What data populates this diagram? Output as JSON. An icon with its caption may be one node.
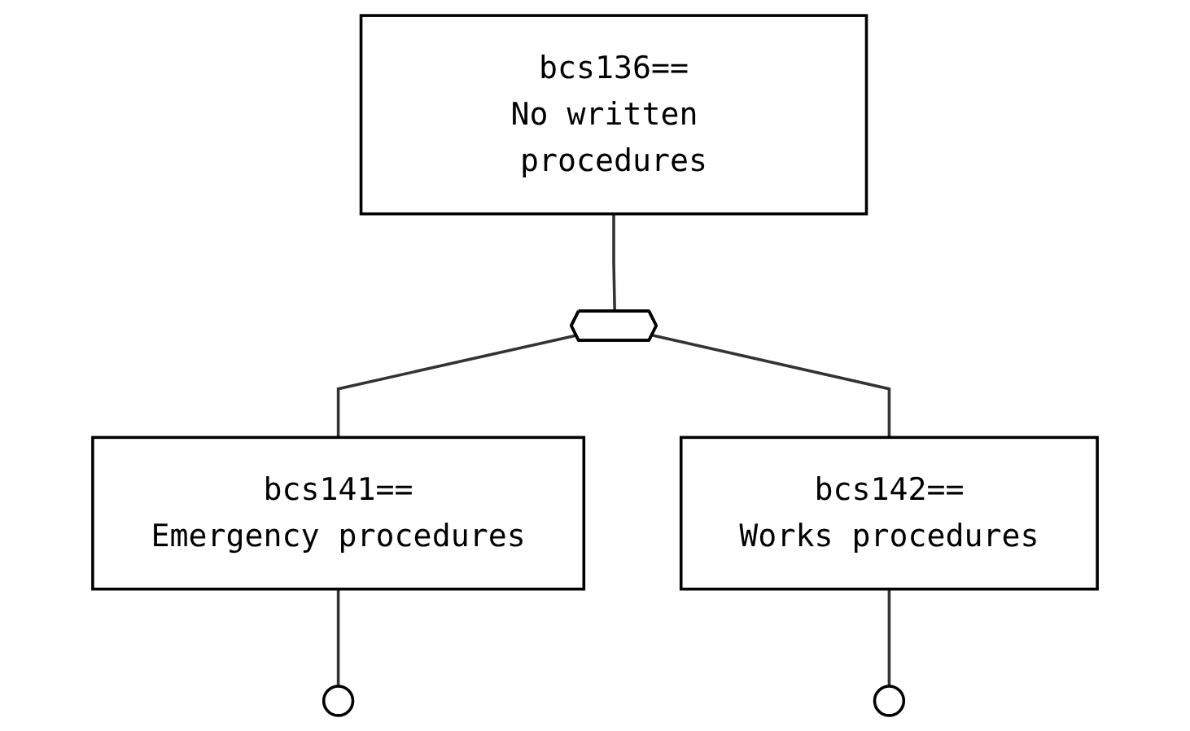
{
  "diagram": {
    "nodes": [
      {
        "text": [
          "bcs136==",
          "No written procedures"
        ]
      },
      {
        "text": [],
        "shape": "gate"
      },
      {
        "text": [
          "bcs141==",
          "Emergency procedures"
        ]
      },
      {
        "text": [
          "bcs142==",
          "Works procedures"
        ]
      },
      {
        "text": [],
        "shape": "circle"
      },
      {
        "text": [],
        "shape": "circle"
      }
    ],
    "edges": [
      {
        "from": 0,
        "to": 1,
        "arrow": "none"
      },
      {
        "from": 1,
        "to": 2,
        "arrow": "none"
      },
      {
        "from": 1,
        "to": 3,
        "arrow": "none"
      },
      {
        "from": 2,
        "to": 4,
        "arrow": "none"
      },
      {
        "from": 3,
        "to": 5,
        "arrow": "none"
      }
    ]
  }
}
